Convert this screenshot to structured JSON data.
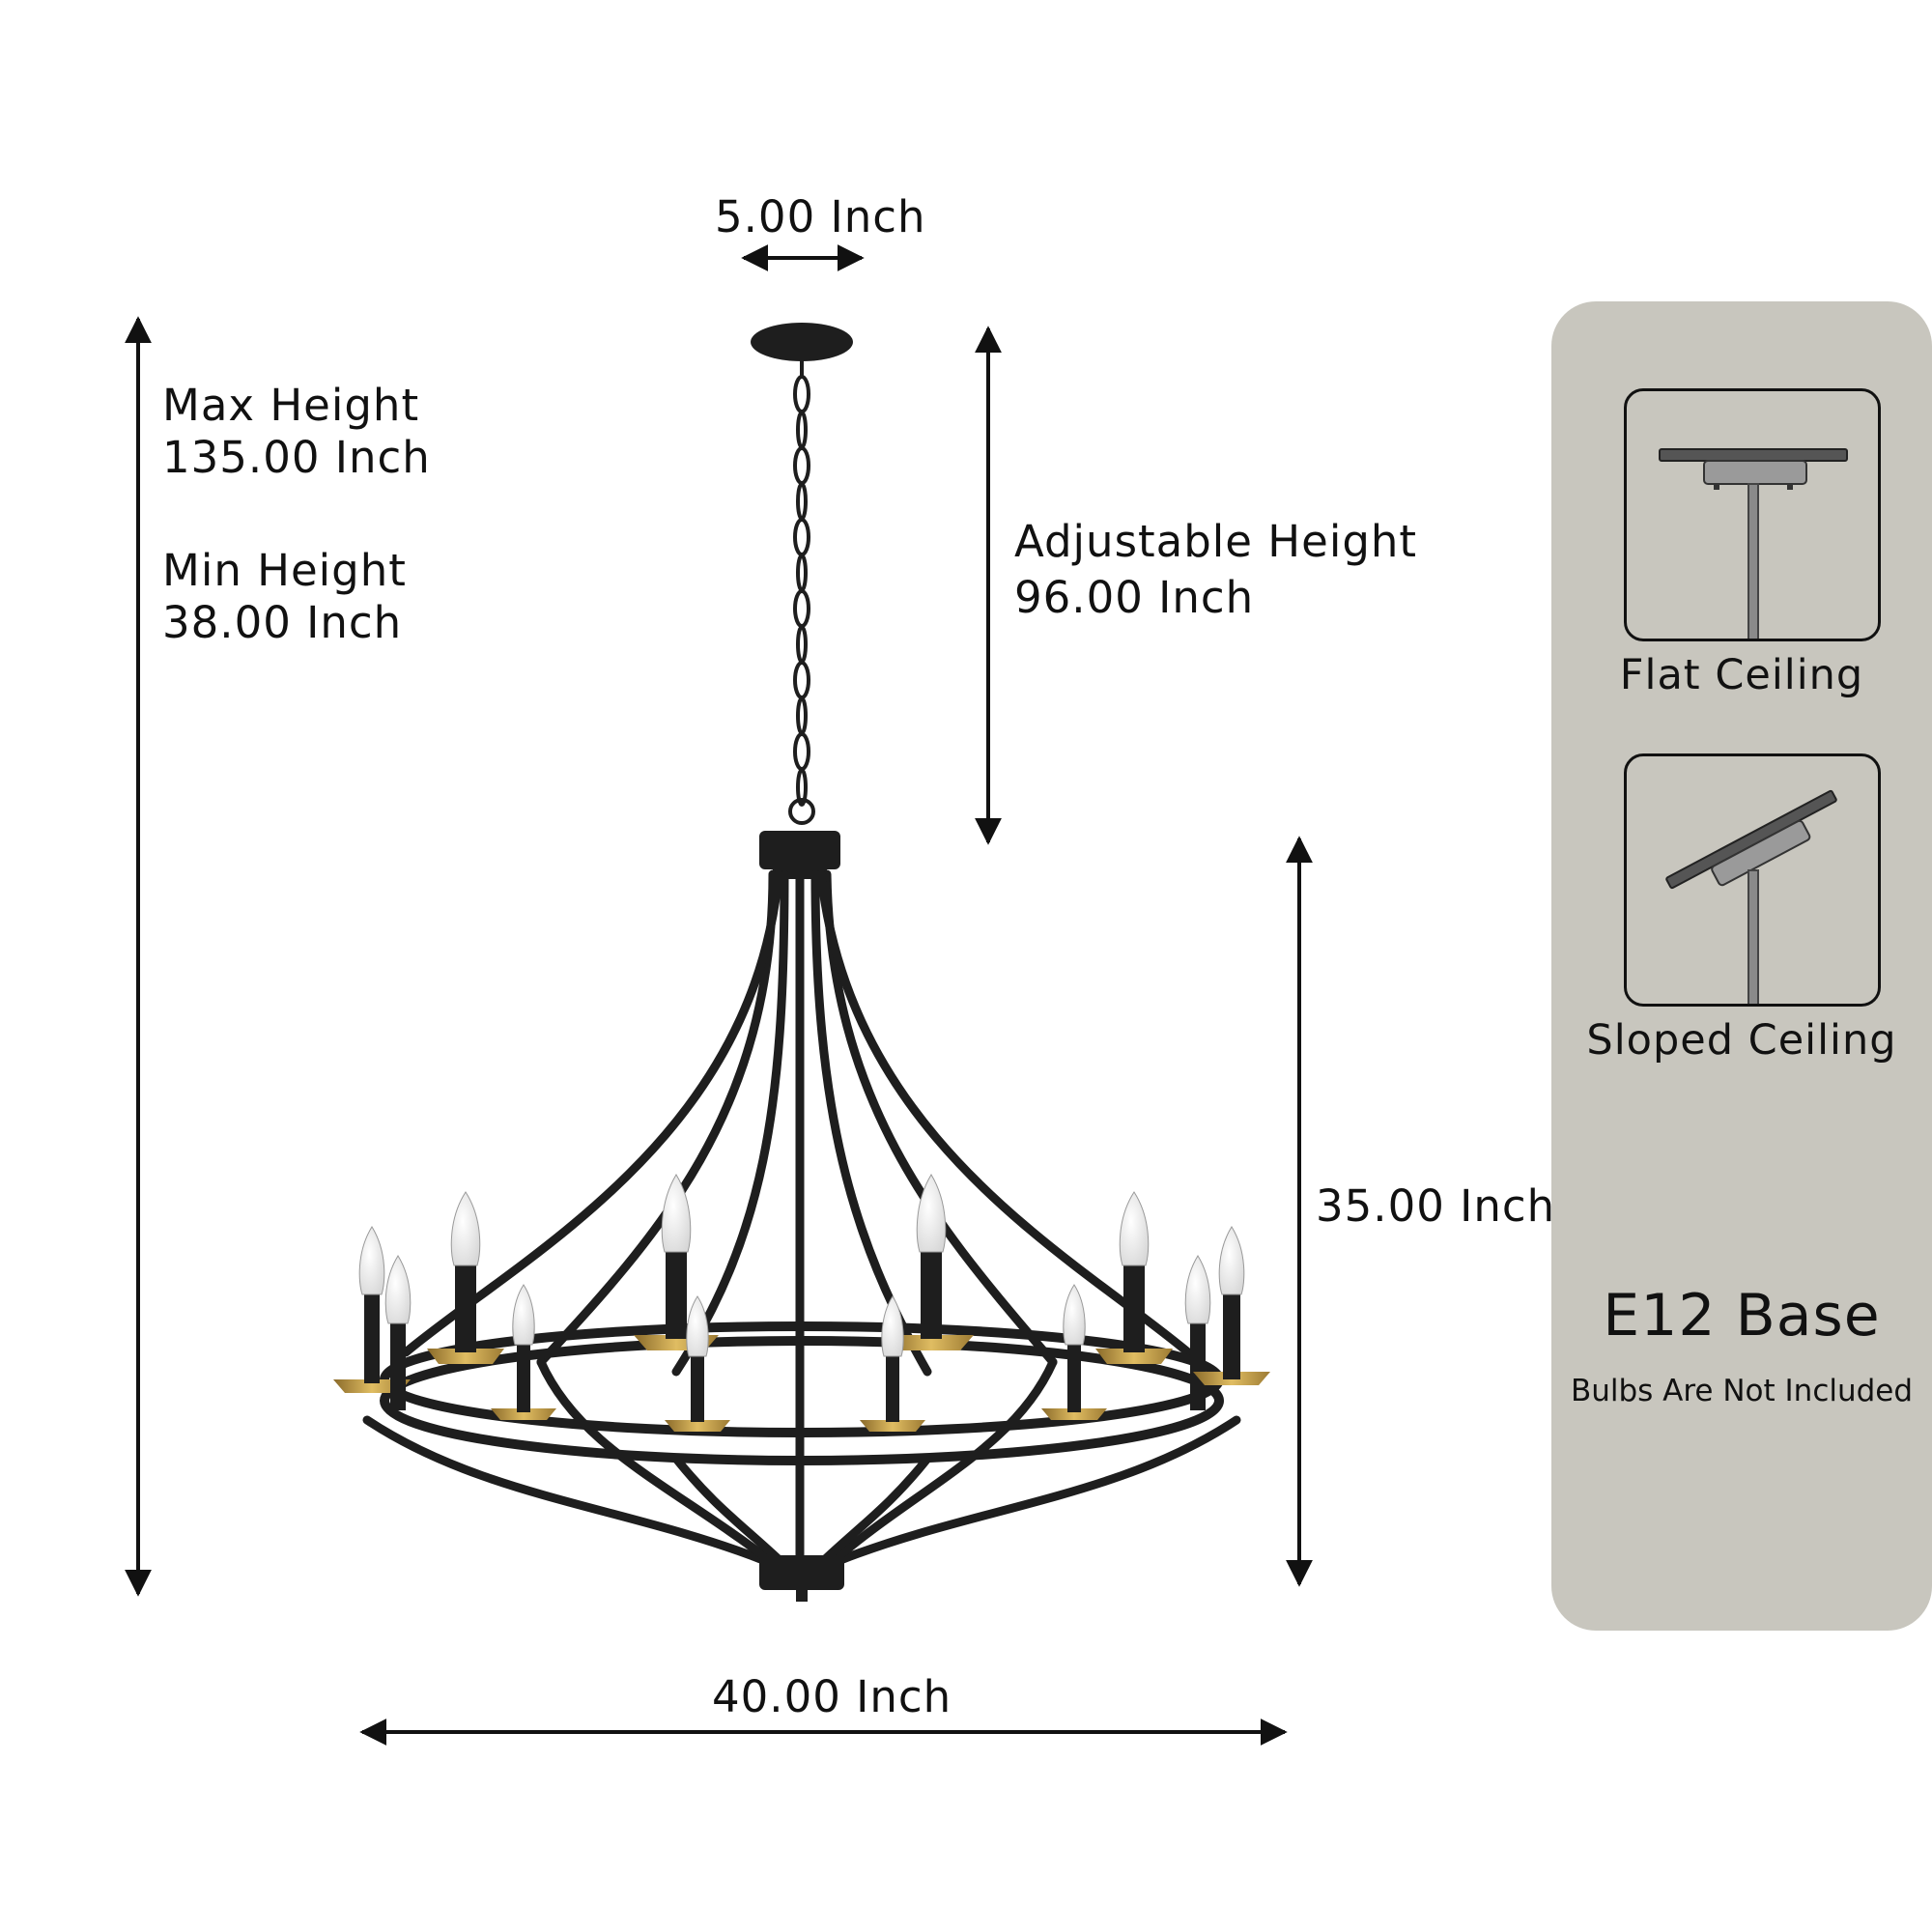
{
  "dimensions": {
    "canopy_width": "5.00 Inch",
    "max_height_label": "Max Height",
    "max_height_value": "135.00 Inch",
    "min_height_label": "Min Height",
    "min_height_value": "38.00 Inch",
    "adjustable_height_label": "Adjustable Height",
    "adjustable_height_value": "96.00 Inch",
    "body_height": "35.00 Inch",
    "body_width": "40.00 Inch"
  },
  "panel": {
    "flat_ceiling_label": "Flat Ceiling",
    "sloped_ceiling_label": "Sloped Ceiling",
    "base_title": "E12 Base",
    "base_note": "Bulbs Are Not Included"
  },
  "colors": {
    "fixture_black": "#1e1e1e",
    "brass": "#c9a24a",
    "panel_bg": "#c8c6be"
  }
}
